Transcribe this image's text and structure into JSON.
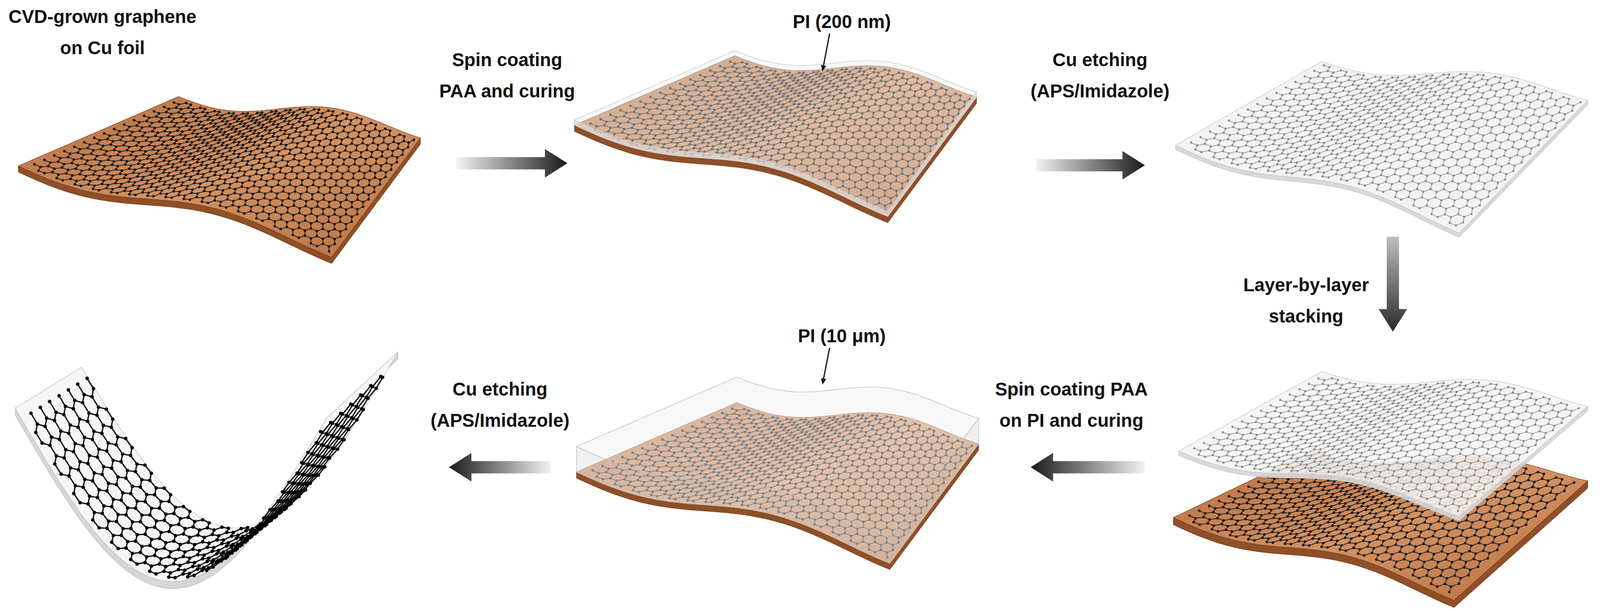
{
  "diagram": {
    "labels": [
      "CVD-grown graphene on Cu foil",
      "Spin coating PAA and curing",
      "PI (200 nm)",
      "Cu etching (APS/Imidazole)",
      "Layer-by-layer stacking",
      "Spin coating PAA on PI and curing",
      "PI (10 μm)",
      "Cu etching (APS/Imidazole)"
    ]
  }
}
